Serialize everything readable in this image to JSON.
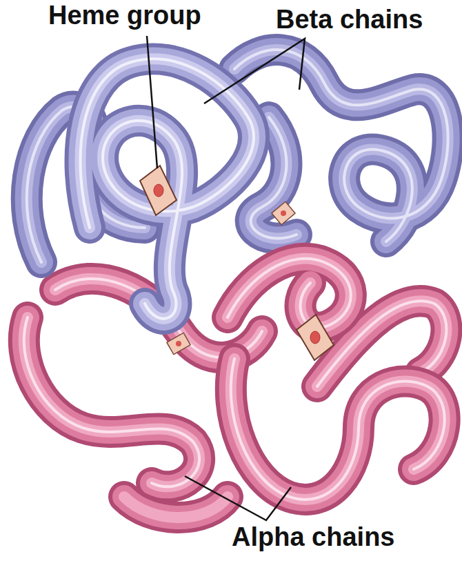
{
  "diagram": {
    "labels": [
      "Heme group",
      "Beta chains",
      "Alpha chains"
    ]
  }
}
